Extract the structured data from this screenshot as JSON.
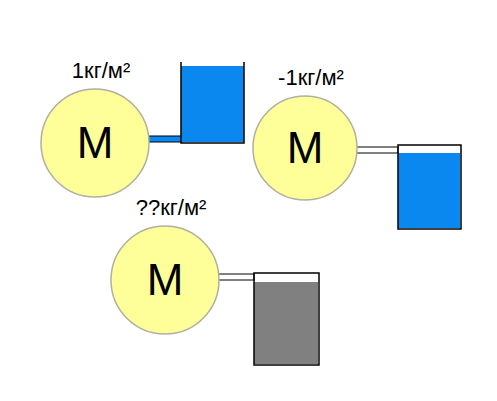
{
  "diagram": {
    "nodes": [
      {
        "text": [
          "1кг/м²",
          "M"
        ]
      },
      {
        "text": [
          "-1кг/м²",
          "M"
        ]
      },
      {
        "text": [
          "??кг/м²",
          "M"
        ]
      }
    ]
  }
}
